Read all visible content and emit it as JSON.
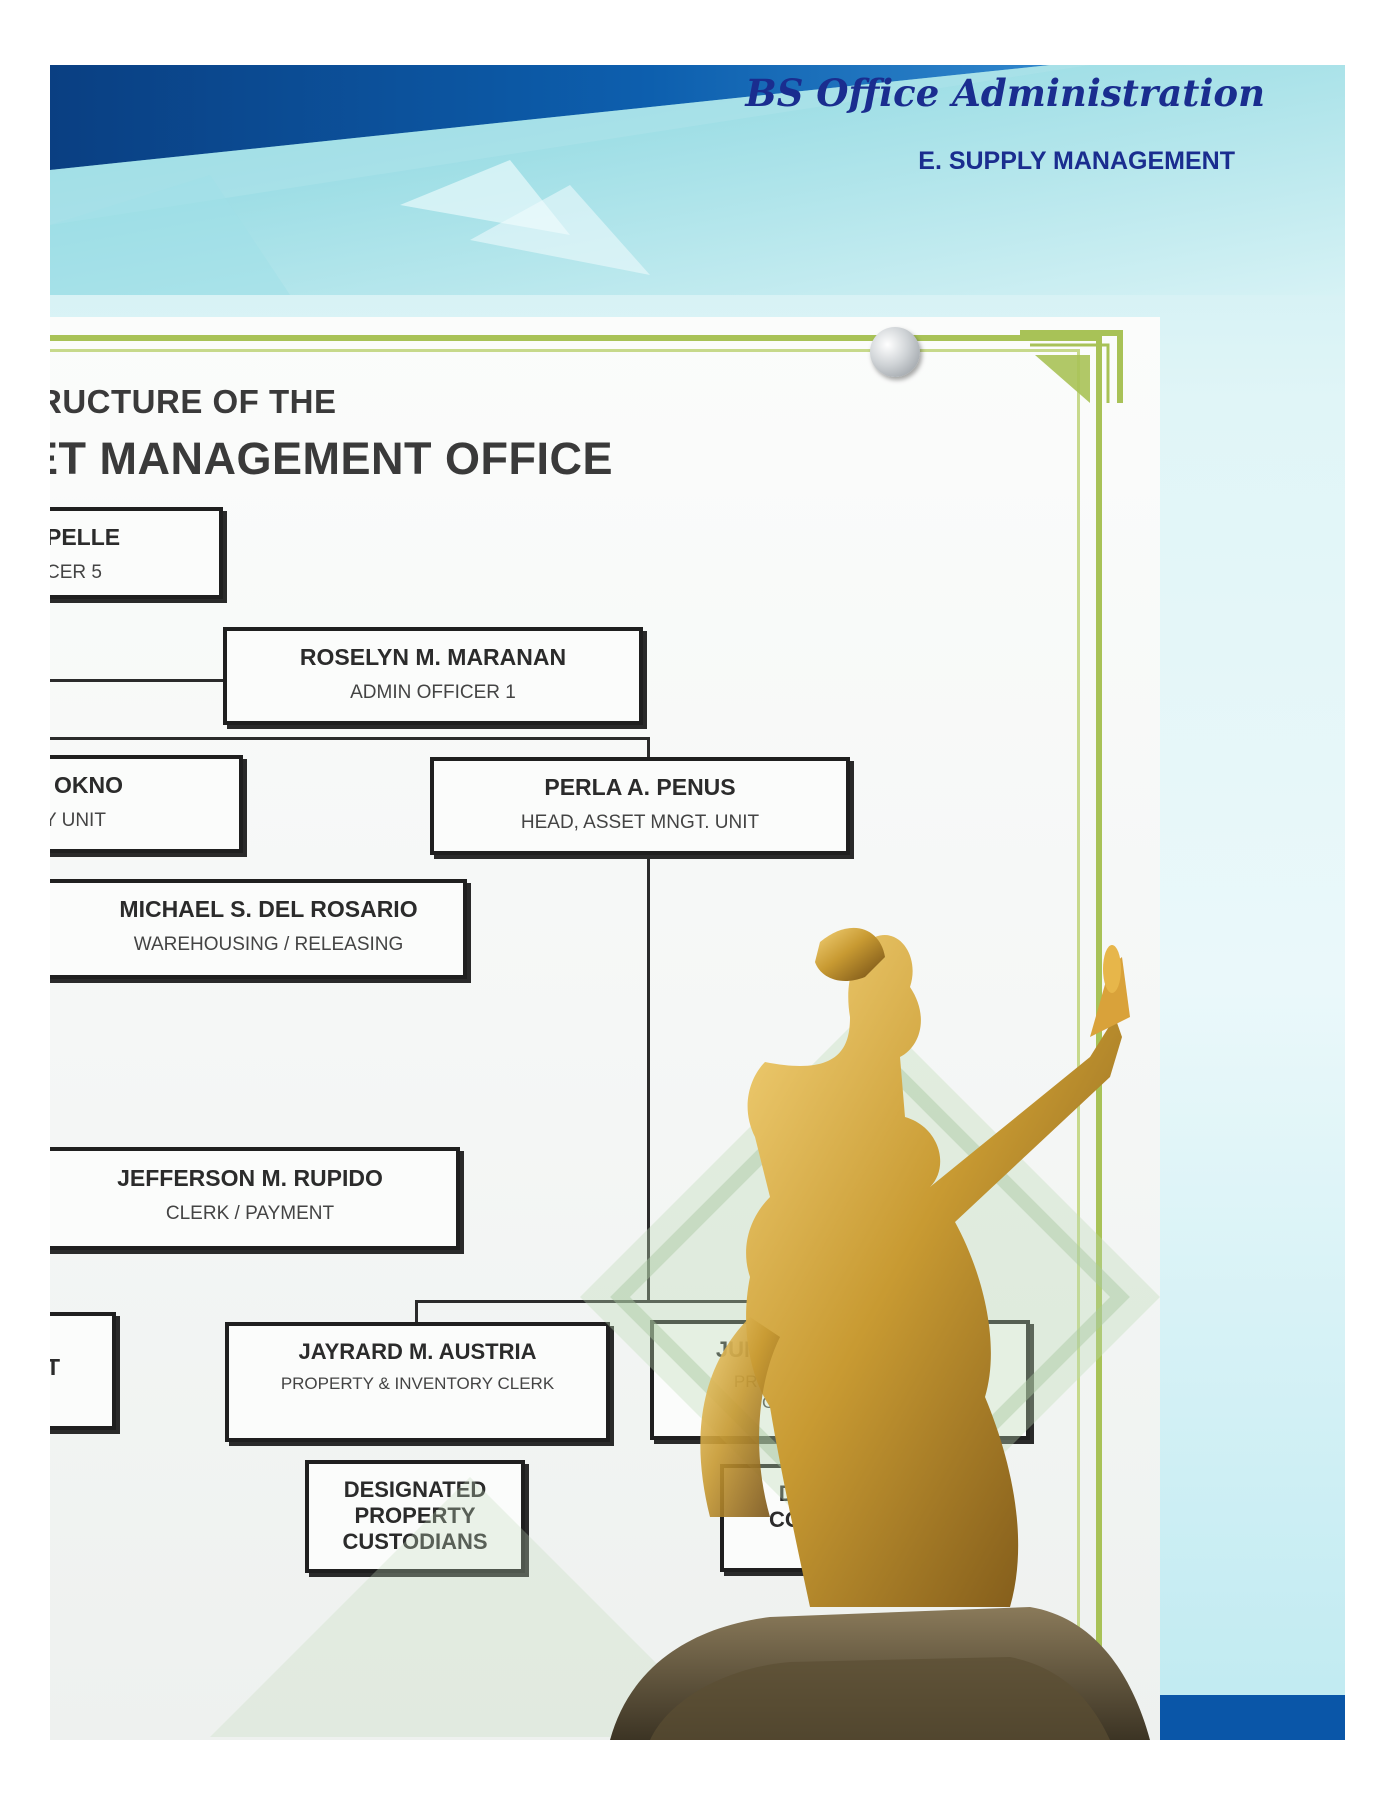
{
  "header": {
    "title": "BS Office Administration",
    "subtitle": "E. SUPPLY MANAGEMENT"
  },
  "chart": {
    "heading_line1": "RUCTURE OF THE",
    "heading_line2": "ET MANAGEMENT OFFICE",
    "boxes": {
      "top_left": {
        "name": "PELLE",
        "position": "CER 5"
      },
      "roselyn": {
        "name": "ROSELYN M. MARANAN",
        "position": "ADMIN OFFICER 1"
      },
      "okno": {
        "name": "OKNO",
        "position": "Y UNIT"
      },
      "perla": {
        "name": "PERLA A. PENUS",
        "position": "HEAD, ASSET MNGT. UNIT"
      },
      "michael": {
        "name": "MICHAEL S. DEL ROSARIO",
        "position": "WAREHOUSING / RELEASING"
      },
      "jefferson": {
        "name": "JEFFERSON M. RUPIDO",
        "position": "CLERK / PAYMENT"
      },
      "cut_left": {
        "name": "T",
        "position": ""
      },
      "jayrard": {
        "name": "JAYRARD M. AUSTRIA",
        "position": "PROPERTY & INVENTORY CLERK"
      },
      "june": {
        "name": "JUNE CAESAR NATAYA",
        "position": "PROPERTY & INVENTORY CLERK / DISPOSAL"
      },
      "custodians": {
        "name": "DESIGNATED PROPERTY CUSTODIANS"
      },
      "disposal_committee": {
        "name": "DISPOSAL COMMITTEE"
      }
    }
  }
}
